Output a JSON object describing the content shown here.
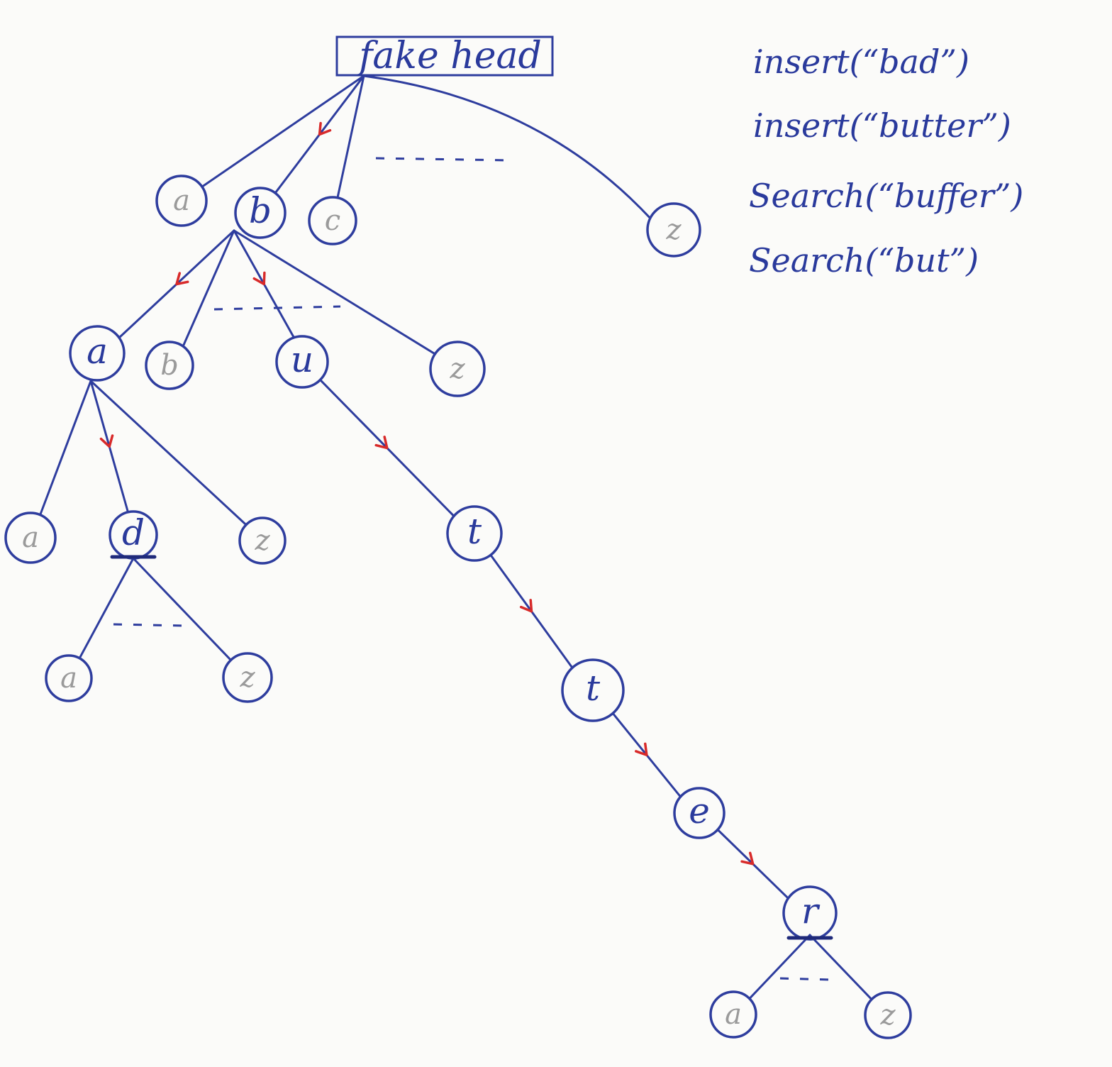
{
  "diagram": {
    "root": {
      "id": "head",
      "label": "fake head",
      "active": true
    },
    "operations": [
      "insert(“bad”)",
      "insert(“butter”)",
      "Search(“buffer”)",
      "Search(“but”)"
    ],
    "nodes": [
      {
        "id": "n_a1",
        "label": "a",
        "active": false
      },
      {
        "id": "n_b1",
        "label": "b",
        "active": true
      },
      {
        "id": "n_c1",
        "label": "c",
        "active": false
      },
      {
        "id": "n_z1",
        "label": "z",
        "active": false
      },
      {
        "id": "n_a2",
        "label": "a",
        "active": true
      },
      {
        "id": "n_b2",
        "label": "b",
        "active": false
      },
      {
        "id": "n_u2",
        "label": "u",
        "active": true
      },
      {
        "id": "n_z2",
        "label": "z",
        "active": false
      },
      {
        "id": "n_a3",
        "label": "a",
        "active": false
      },
      {
        "id": "n_d3",
        "label": "d",
        "active": true,
        "word_end": true
      },
      {
        "id": "n_z3",
        "label": "z",
        "active": false
      },
      {
        "id": "n_t3",
        "label": "t",
        "active": true
      },
      {
        "id": "n_a4",
        "label": "a",
        "active": false
      },
      {
        "id": "n_z4",
        "label": "z",
        "active": false
      },
      {
        "id": "n_t4",
        "label": "t",
        "active": true
      },
      {
        "id": "n_e5",
        "label": "e",
        "active": true
      },
      {
        "id": "n_r6",
        "label": "r",
        "active": true,
        "word_end": true
      },
      {
        "id": "n_a7",
        "label": "a",
        "active": false
      },
      {
        "id": "n_z7",
        "label": "z",
        "active": false
      }
    ],
    "edges": [
      {
        "from": "head",
        "to": "n_a1",
        "path": false
      },
      {
        "from": "head",
        "to": "n_b1",
        "path": true
      },
      {
        "from": "head",
        "to": "n_c1",
        "path": false
      },
      {
        "from": "head",
        "to": "n_z1",
        "path": false
      },
      {
        "from": "n_b1",
        "to": "n_a2",
        "path": true
      },
      {
        "from": "n_b1",
        "to": "n_b2",
        "path": false
      },
      {
        "from": "n_b1",
        "to": "n_u2",
        "path": true
      },
      {
        "from": "n_b1",
        "to": "n_z2",
        "path": false
      },
      {
        "from": "n_a2",
        "to": "n_a3",
        "path": false
      },
      {
        "from": "n_a2",
        "to": "n_d3",
        "path": true
      },
      {
        "from": "n_a2",
        "to": "n_z3",
        "path": false
      },
      {
        "from": "n_u2",
        "to": "n_t3",
        "path": true
      },
      {
        "from": "n_d3",
        "to": "n_a4",
        "path": false
      },
      {
        "from": "n_d3",
        "to": "n_z4",
        "path": false
      },
      {
        "from": "n_t3",
        "to": "n_t4",
        "path": true
      },
      {
        "from": "n_t4",
        "to": "n_e5",
        "path": true
      },
      {
        "from": "n_e5",
        "to": "n_r6",
        "path": true
      },
      {
        "from": "n_r6",
        "to": "n_a7",
        "path": false
      },
      {
        "from": "n_r6",
        "to": "n_z7",
        "path": false
      }
    ],
    "colors": {
      "ink": "#2e3d9e",
      "text_active": "#2a3a9c",
      "text_inactive": "#9a9a9a",
      "path_arrow": "#d82a2a",
      "paper": "#fbfbf9"
    }
  }
}
